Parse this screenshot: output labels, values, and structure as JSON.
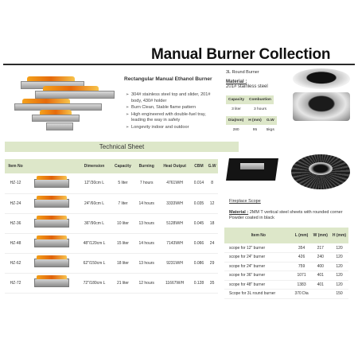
{
  "title": "Manual Burner Collection",
  "rectangular": {
    "heading": "Rectangular Manual Ethanol Burner",
    "features": [
      "304# stainless steel top and slider, 201# body, 430# holder",
      "Burn Clean, Stable flame pattern",
      "High engineered with double-fuel tray, leading the way in safety",
      "Longevity indoor and outdoor"
    ]
  },
  "technical_sheet": {
    "heading": "Technical Sheet",
    "columns": [
      "Item No",
      "",
      "Dimension",
      "Capacity",
      "Burning",
      "Heat Output",
      "CBM",
      "G.W"
    ],
    "rows": [
      [
        "HZ-12",
        "12\"/30cm L",
        "5 liter",
        "7 hours",
        "4761W/H",
        "0.014",
        "8"
      ],
      [
        "HZ-24",
        "24\"/60cm L",
        "7 liter",
        "14 hours",
        "3333W/H",
        "0.035",
        "12"
      ],
      [
        "HZ-36",
        "36\"/90cm L",
        "10 liter",
        "13 hours",
        "5128W/H",
        "0.045",
        "18"
      ],
      [
        "HZ-48",
        "48\"/120cm L",
        "15 liter",
        "14 hours",
        "7143W/H",
        "0.066",
        "24"
      ],
      [
        "HZ-62",
        "62\"/150cm L",
        "18 liter",
        "13 hours",
        "9231W/H",
        "0.086",
        "29"
      ],
      [
        "HZ-72",
        "72\"/180cm L",
        "21 liter",
        "12 hours",
        "11667W/H",
        "0.128",
        "35"
      ]
    ]
  },
  "round_burner": {
    "heading": "3L Round Burner",
    "material_label": "Material :",
    "material_value": "201# stainless steel",
    "cap_headers": [
      "Capacity",
      "Combustion"
    ],
    "cap_values": [
      "3 liter",
      "3 hours"
    ],
    "dim_headers": [
      "Dia(mm)",
      "H (mm)",
      "G.W"
    ],
    "dim_values": [
      "280",
      "95",
      "5kgs"
    ]
  },
  "fireplace_scope": {
    "heading": "Fireplace Scope",
    "material_label": "Material :",
    "material_value": "2MM T vertical steel sheets with rounded corner Powder coated in black",
    "columns": [
      "Item No",
      "L (mm)",
      "W (mm)",
      "H (mm)"
    ],
    "rows": [
      [
        "scope for 12\" burner",
        "354",
        "217",
        "120"
      ],
      [
        "scope for 24\" burner",
        "426",
        "240",
        "120"
      ],
      [
        "scope for 24\" burner",
        "759",
        "400",
        "120"
      ],
      [
        "scope for 36\" burner",
        "1071",
        "401",
        "120"
      ],
      [
        "scope for 48\" burner",
        "1383",
        "401",
        "120"
      ],
      [
        "Scope for 3L round burner",
        "370 Dia",
        "",
        "150"
      ]
    ]
  }
}
